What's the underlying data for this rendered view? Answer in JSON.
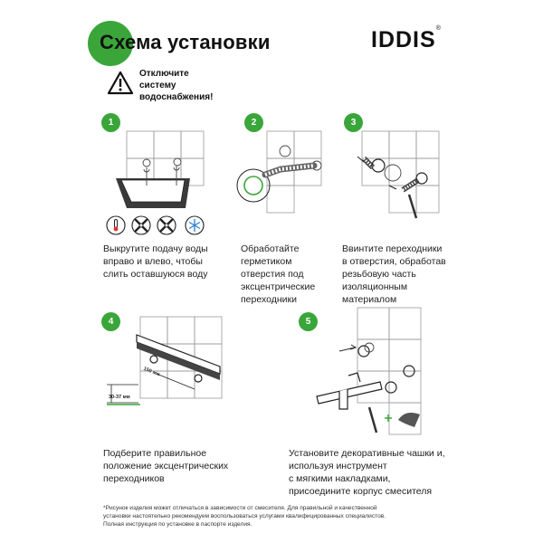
{
  "header": {
    "title": "Схема установки",
    "logo": "IDDIS",
    "logo_mark": "®"
  },
  "warning": {
    "lines": [
      "Отключите",
      "систему",
      "водоснабжения!"
    ],
    "icon": "warning-triangle-icon"
  },
  "steps": [
    {
      "number": "1",
      "text": [
        "Выкрутите подачу воды",
        "вправо и влево, чтобы",
        "слить оставшуюся воду"
      ]
    },
    {
      "number": "2",
      "text": [
        "Обработайте",
        "герметиком",
        "отверстия под",
        "эксцентрические",
        "переходники"
      ]
    },
    {
      "number": "3",
      "text": [
        "Ввинтите переходники",
        "в отверстия, обработав",
        "резьбовую часть",
        "изоляционным",
        "материалом"
      ]
    },
    {
      "number": "4",
      "text": [
        "Подберите правильное",
        "положение эксцентрических",
        "переходников"
      ],
      "labels": {
        "distance": "150 мм",
        "offset": "30-37 мм"
      }
    },
    {
      "number": "5",
      "text": [
        "Установите декоративные чашки и,",
        "используя инструмент",
        "с мягкими накладками,",
        "присоедините корпус смесителя"
      ]
    }
  ],
  "footnote": [
    "*Рисунок изделия может отличаться в зависимости от смесителя. Для правильной и качественной",
    "установки настоятельно рекомендуем воспользоваться услугами квалифицированных специалистов.",
    "Полная инструкция по установке в паспорте изделия."
  ],
  "colors": {
    "accent": "#3aa63a",
    "text": "#1a1a1a"
  }
}
